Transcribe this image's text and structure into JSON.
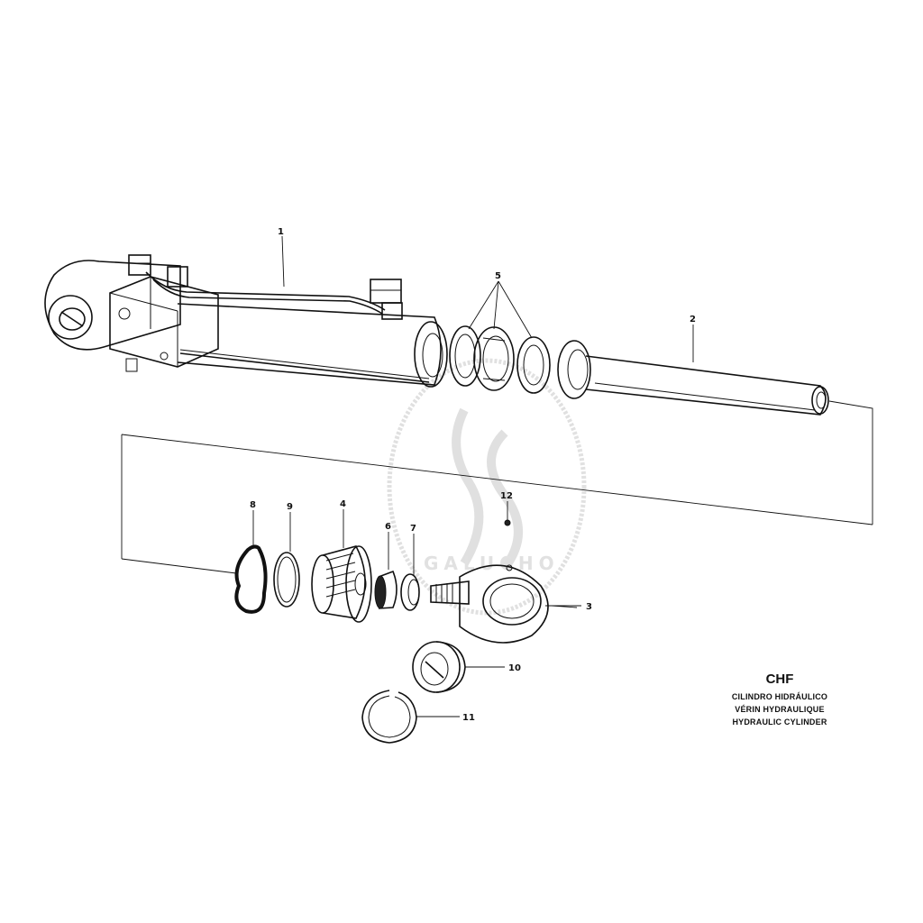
{
  "title": {
    "code": "CHF",
    "names": [
      "CILINDRO HIDRÁULICO",
      "VÉRIN HYDRAULIQUE",
      "HYDRAULIC CYLINDER"
    ]
  },
  "callouts": {
    "p1": "1",
    "p2": "2",
    "p3": "3",
    "p4": "4",
    "p5": "5",
    "p6": "6",
    "p7": "7",
    "p8": "8",
    "p9": "9",
    "p10": "10",
    "p11": "11",
    "p12": "12"
  },
  "watermark": {
    "text": "GALUCHO"
  }
}
